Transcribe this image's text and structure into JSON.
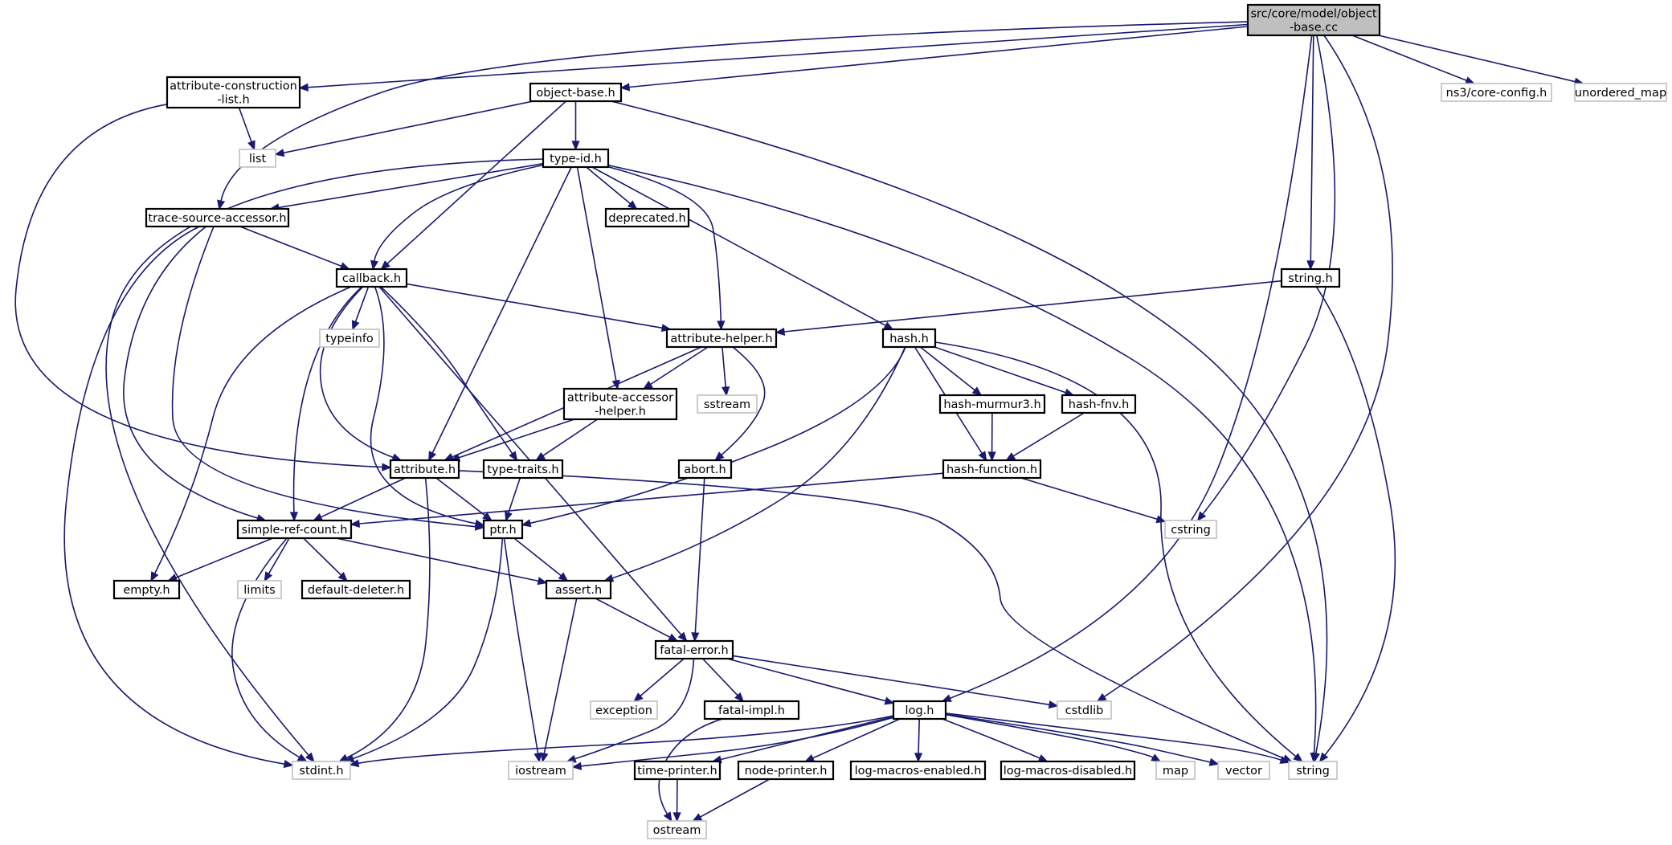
{
  "diagram": {
    "type": "include-dependency-graph",
    "colors": {
      "edge": "#191970",
      "root_fill": "#bfbfbf",
      "local_border": "#000000",
      "system_border": "#bfbfbf",
      "background": "#ffffff"
    },
    "nodes": [
      {
        "id": "object_base_cc",
        "lines": [
          "src/core/model/object",
          "-base.cc"
        ],
        "kind": "root"
      },
      {
        "id": "attr_construction_list",
        "lines": [
          "attribute-construction",
          "-list.h"
        ],
        "kind": "local"
      },
      {
        "id": "object_base_h",
        "lines": [
          "object-base.h"
        ],
        "kind": "local"
      },
      {
        "id": "ns3_core_config",
        "lines": [
          "ns3/core-config.h"
        ],
        "kind": "system"
      },
      {
        "id": "unordered_map",
        "lines": [
          "unordered_map"
        ],
        "kind": "system"
      },
      {
        "id": "list",
        "lines": [
          "list"
        ],
        "kind": "system"
      },
      {
        "id": "type_id",
        "lines": [
          "type-id.h"
        ],
        "kind": "local"
      },
      {
        "id": "trace_source_accessor",
        "lines": [
          "trace-source-accessor.h"
        ],
        "kind": "local"
      },
      {
        "id": "deprecated",
        "lines": [
          "deprecated.h"
        ],
        "kind": "local"
      },
      {
        "id": "callback",
        "lines": [
          "callback.h"
        ],
        "kind": "local"
      },
      {
        "id": "string_h",
        "lines": [
          "string.h"
        ],
        "kind": "local"
      },
      {
        "id": "typeinfo",
        "lines": [
          "typeinfo"
        ],
        "kind": "system"
      },
      {
        "id": "attribute_helper",
        "lines": [
          "attribute-helper.h"
        ],
        "kind": "local"
      },
      {
        "id": "hash",
        "lines": [
          "hash.h"
        ],
        "kind": "local"
      },
      {
        "id": "sstream",
        "lines": [
          "sstream"
        ],
        "kind": "system"
      },
      {
        "id": "attr_accessor_helper",
        "lines": [
          "attribute-accessor",
          "-helper.h"
        ],
        "kind": "local"
      },
      {
        "id": "hash_murmur3",
        "lines": [
          "hash-murmur3.h"
        ],
        "kind": "local"
      },
      {
        "id": "hash_fnv",
        "lines": [
          "hash-fnv.h"
        ],
        "kind": "local"
      },
      {
        "id": "attribute",
        "lines": [
          "attribute.h"
        ],
        "kind": "local"
      },
      {
        "id": "type_traits",
        "lines": [
          "type-traits.h"
        ],
        "kind": "local"
      },
      {
        "id": "abort",
        "lines": [
          "abort.h"
        ],
        "kind": "local"
      },
      {
        "id": "hash_function",
        "lines": [
          "hash-function.h"
        ],
        "kind": "local"
      },
      {
        "id": "simple_ref_count",
        "lines": [
          "simple-ref-count.h"
        ],
        "kind": "local"
      },
      {
        "id": "ptr",
        "lines": [
          "ptr.h"
        ],
        "kind": "local"
      },
      {
        "id": "cstring",
        "lines": [
          "cstring"
        ],
        "kind": "system"
      },
      {
        "id": "empty",
        "lines": [
          "empty.h"
        ],
        "kind": "local"
      },
      {
        "id": "limits",
        "lines": [
          "limits"
        ],
        "kind": "system"
      },
      {
        "id": "default_deleter",
        "lines": [
          "default-deleter.h"
        ],
        "kind": "local"
      },
      {
        "id": "assert",
        "lines": [
          "assert.h"
        ],
        "kind": "local"
      },
      {
        "id": "fatal_error",
        "lines": [
          "fatal-error.h"
        ],
        "kind": "local"
      },
      {
        "id": "exception",
        "lines": [
          "exception"
        ],
        "kind": "system"
      },
      {
        "id": "fatal_impl",
        "lines": [
          "fatal-impl.h"
        ],
        "kind": "local"
      },
      {
        "id": "log",
        "lines": [
          "log.h"
        ],
        "kind": "local"
      },
      {
        "id": "cstdlib",
        "lines": [
          "cstdlib"
        ],
        "kind": "system"
      },
      {
        "id": "stdint",
        "lines": [
          "stdint.h"
        ],
        "kind": "system"
      },
      {
        "id": "iostream",
        "lines": [
          "iostream"
        ],
        "kind": "system"
      },
      {
        "id": "time_printer",
        "lines": [
          "time-printer.h"
        ],
        "kind": "local"
      },
      {
        "id": "node_printer",
        "lines": [
          "node-printer.h"
        ],
        "kind": "local"
      },
      {
        "id": "log_macros_enabled",
        "lines": [
          "log-macros-enabled.h"
        ],
        "kind": "local"
      },
      {
        "id": "log_macros_disabled",
        "lines": [
          "log-macros-disabled.h"
        ],
        "kind": "local"
      },
      {
        "id": "map",
        "lines": [
          "map"
        ],
        "kind": "system"
      },
      {
        "id": "vector",
        "lines": [
          "vector"
        ],
        "kind": "system"
      },
      {
        "id": "string",
        "lines": [
          "string"
        ],
        "kind": "system"
      },
      {
        "id": "ostream",
        "lines": [
          "ostream"
        ],
        "kind": "system"
      }
    ],
    "edges": [
      [
        "object_base_cc",
        "attr_construction_list"
      ],
      [
        "object_base_cc",
        "object_base_h"
      ],
      [
        "object_base_cc",
        "trace_source_accessor"
      ],
      [
        "object_base_cc",
        "string_h"
      ],
      [
        "object_base_cc",
        "log"
      ],
      [
        "object_base_cc",
        "cstring"
      ],
      [
        "object_base_cc",
        "cstdlib"
      ],
      [
        "object_base_cc",
        "ns3_core_config"
      ],
      [
        "object_base_cc",
        "unordered_map"
      ],
      [
        "attr_construction_list",
        "list"
      ],
      [
        "attr_construction_list",
        "attribute"
      ],
      [
        "object_base_h",
        "list"
      ],
      [
        "object_base_h",
        "type_id"
      ],
      [
        "object_base_h",
        "callback"
      ],
      [
        "object_base_h",
        "string"
      ],
      [
        "type_id",
        "trace_source_accessor"
      ],
      [
        "type_id",
        "callback"
      ],
      [
        "type_id",
        "deprecated"
      ],
      [
        "type_id",
        "attribute_helper"
      ],
      [
        "type_id",
        "hash"
      ],
      [
        "type_id",
        "attr_accessor_helper"
      ],
      [
        "type_id",
        "attribute"
      ],
      [
        "type_id",
        "stdint"
      ],
      [
        "type_id",
        "string"
      ],
      [
        "trace_source_accessor",
        "callback"
      ],
      [
        "trace_source_accessor",
        "simple_ref_count"
      ],
      [
        "trace_source_accessor",
        "ptr"
      ],
      [
        "trace_source_accessor",
        "stdint"
      ],
      [
        "callback",
        "typeinfo"
      ],
      [
        "callback",
        "attribute_helper"
      ],
      [
        "callback",
        "attribute"
      ],
      [
        "callback",
        "simple_ref_count"
      ],
      [
        "callback",
        "ptr"
      ],
      [
        "callback",
        "type_traits"
      ],
      [
        "callback",
        "fatal_error"
      ],
      [
        "callback",
        "empty"
      ],
      [
        "string_h",
        "attribute_helper"
      ],
      [
        "string_h",
        "string"
      ],
      [
        "attribute_helper",
        "attr_accessor_helper"
      ],
      [
        "attribute_helper",
        "attribute"
      ],
      [
        "attribute_helper",
        "sstream"
      ],
      [
        "attribute_helper",
        "abort"
      ],
      [
        "attr_accessor_helper",
        "attribute"
      ],
      [
        "attr_accessor_helper",
        "type_traits"
      ],
      [
        "hash",
        "hash_murmur3"
      ],
      [
        "hash",
        "hash_fnv"
      ],
      [
        "hash",
        "hash_function"
      ],
      [
        "hash",
        "ptr"
      ],
      [
        "hash",
        "assert"
      ],
      [
        "hash",
        "string"
      ],
      [
        "hash_murmur3",
        "hash_function"
      ],
      [
        "hash_fnv",
        "hash_function"
      ],
      [
        "hash_function",
        "simple_ref_count"
      ],
      [
        "hash_function",
        "cstring"
      ],
      [
        "attribute",
        "simple_ref_count"
      ],
      [
        "attribute",
        "ptr"
      ],
      [
        "attribute",
        "stdint"
      ],
      [
        "attribute",
        "string"
      ],
      [
        "type_traits",
        "ptr"
      ],
      [
        "abort",
        "fatal_error"
      ],
      [
        "simple_ref_count",
        "empty"
      ],
      [
        "simple_ref_count",
        "limits"
      ],
      [
        "simple_ref_count",
        "default_deleter"
      ],
      [
        "simple_ref_count",
        "assert"
      ],
      [
        "simple_ref_count",
        "stdint"
      ],
      [
        "ptr",
        "assert"
      ],
      [
        "ptr",
        "iostream"
      ],
      [
        "ptr",
        "stdint"
      ],
      [
        "assert",
        "fatal_error"
      ],
      [
        "assert",
        "iostream"
      ],
      [
        "fatal_error",
        "exception"
      ],
      [
        "fatal_error",
        "fatal_impl"
      ],
      [
        "fatal_error",
        "log"
      ],
      [
        "fatal_error",
        "cstdlib"
      ],
      [
        "fatal_error",
        "iostream"
      ],
      [
        "fatal_impl",
        "ostream"
      ],
      [
        "log",
        "stdint"
      ],
      [
        "log",
        "iostream"
      ],
      [
        "log",
        "time_printer"
      ],
      [
        "log",
        "node_printer"
      ],
      [
        "log",
        "log_macros_enabled"
      ],
      [
        "log",
        "log_macros_disabled"
      ],
      [
        "log",
        "map"
      ],
      [
        "log",
        "vector"
      ],
      [
        "log",
        "string"
      ],
      [
        "time_printer",
        "ostream"
      ],
      [
        "node_printer",
        "ostream"
      ]
    ]
  }
}
